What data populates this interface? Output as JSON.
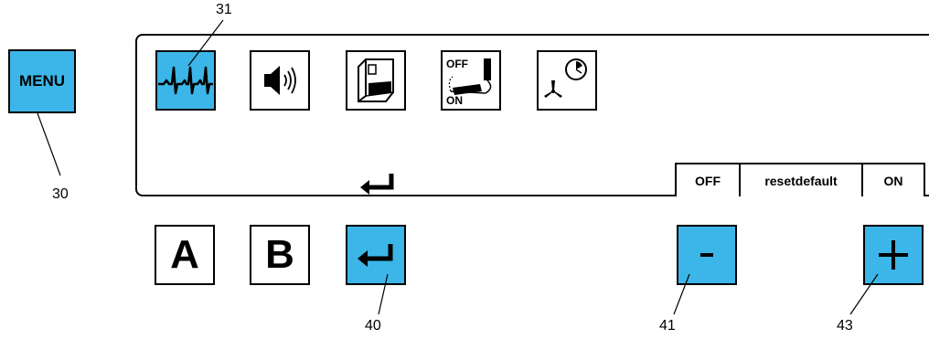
{
  "menu_label": "MENU",
  "icons": [
    {
      "name": "heartbeat-icon",
      "selected": true
    },
    {
      "name": "speaker-icon",
      "selected": false
    },
    {
      "name": "device-icon",
      "selected": false
    },
    {
      "name": "off-on-switch-icon",
      "selected": false,
      "text_off": "OFF",
      "text_on": "ON"
    },
    {
      "name": "fan-timer-icon",
      "selected": false
    }
  ],
  "screen": {
    "enter_symbol": "↵",
    "softkeys": {
      "off": "OFF",
      "reset": "resetdefault",
      "on": "ON"
    }
  },
  "buttons": {
    "a": "A",
    "b": "B",
    "enter": "↵",
    "minus": "–",
    "plus": "+"
  },
  "callouts": {
    "c30": "30",
    "c31": "31",
    "c40": "40",
    "c41": "41",
    "c43": "43"
  },
  "colors": {
    "button_blue": "#3cb6e8"
  }
}
